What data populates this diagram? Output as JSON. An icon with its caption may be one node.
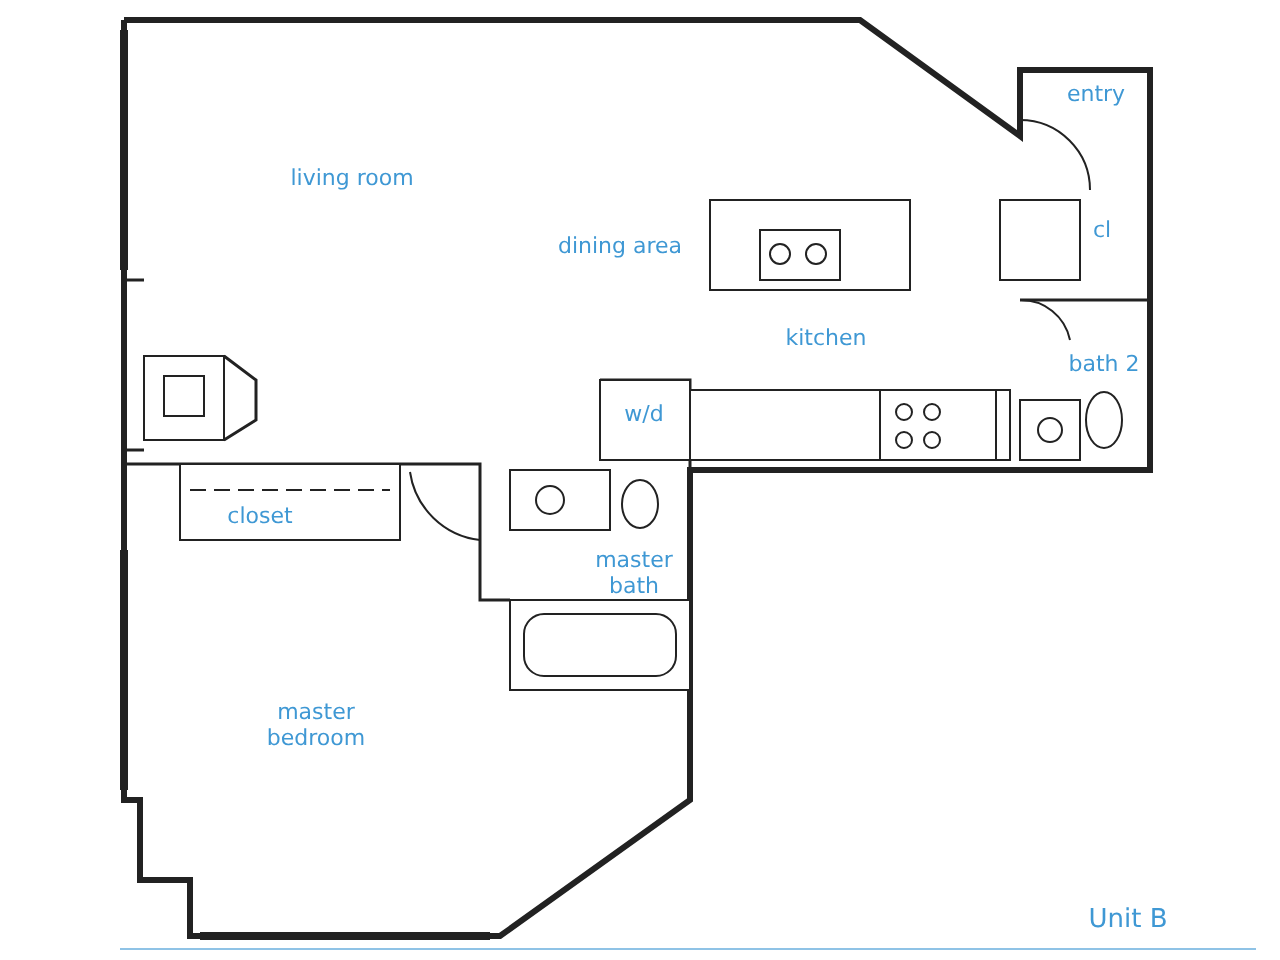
{
  "diagram": {
    "labels": [
      "entry",
      "living room",
      "dining area",
      "cl",
      "kitchen",
      "bath 2",
      "w/d",
      "closet",
      "master bath",
      "master bedroom",
      "Unit B"
    ]
  }
}
